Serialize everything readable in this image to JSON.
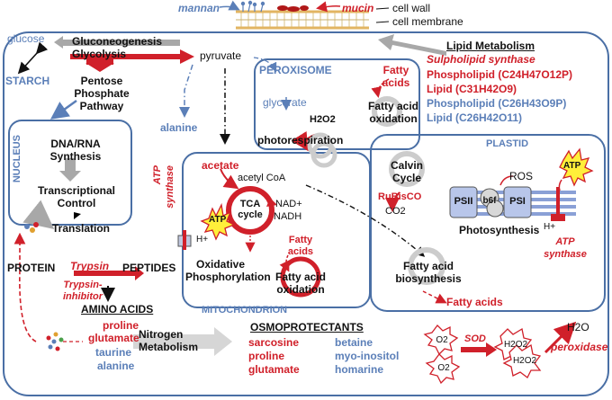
{
  "colors": {
    "red": "#d0202a",
    "blue": "#5b7fb8",
    "black": "#111111",
    "grey": "#a8a8a8",
    "organelle_border": "#4a6fa5"
  },
  "top": {
    "mannan": "mannan",
    "mucin": "mucin",
    "cell_wall": "cell wall",
    "cell_membrane": "cell membrane"
  },
  "left": {
    "glucose": "glucose",
    "starch": "STARCH",
    "gluconeogenesis": "Gluconeogenesis",
    "glycolysis": "Glycolysis",
    "pentose1": "Pentose",
    "pentose2": "Phosphate",
    "pentose3": "Pathway",
    "pyruvate": "pyruvate",
    "alanine": "alanine",
    "nucleus": "NUCLEUS",
    "dna1": "DNA/RNA",
    "dna2": "Synthesis",
    "tc1": "Transcriptional",
    "tc2": "Control",
    "translation": "Translation",
    "protein": "PROTEIN",
    "trypsin": "Trypsin",
    "peptides": "PEPTIDES",
    "inhib1": "Trypsin-",
    "inhib2": "inhibitor",
    "amino_acids": "AMINO ACIDS"
  },
  "amino_list": [
    "proline",
    "glutamate",
    "taurine",
    "alanine"
  ],
  "nitrogen": {
    "l1": "Nitrogen",
    "l2": "Metabolism"
  },
  "osmo": {
    "title": "OSMOPROTECTANTS",
    "red": [
      "sarcosine",
      "proline",
      "glutamate"
    ],
    "blue": [
      "betaine",
      "myo-inositol",
      "homarine"
    ]
  },
  "lipid": {
    "title": "Lipid Metabolism",
    "sulpho": "Sulpholipid synthase",
    "items": [
      {
        "text": "Phospholipid (C24H47O12P)",
        "color": "red"
      },
      {
        "text": "Lipid (C31H42O9)",
        "color": "red"
      },
      {
        "text": "Phospholipid (C26H43O9P)",
        "color": "blue"
      },
      {
        "text": "Lipid (C26H42O11)",
        "color": "blue"
      }
    ]
  },
  "peroxisome": {
    "label": "PEROXISOME",
    "glycerate": "glycerate",
    "h2o2": "H2O2",
    "fa1": "Fatty",
    "fa2": "acids",
    "fao1": "Fatty acid",
    "fao2": "oxidation",
    "photoresp": "photorespiration"
  },
  "mito": {
    "label": "MITOCHONDRION",
    "acetate": "acetate",
    "acetylcoa": "acetyl CoA",
    "tca1": "TCA",
    "tca2": "cycle",
    "nad": "NAD+",
    "nadh": "NADH",
    "atp": "ATP",
    "atps1": "ATP",
    "atps2": "synthase",
    "hplus": "H+",
    "ox1": "Oxidative",
    "ox2": "Phosphorylation",
    "fa1": "Fatty",
    "fa2": "acids",
    "fao1": "Fatty acid",
    "fao2": "oxidation"
  },
  "plastid": {
    "label": "PLASTID",
    "calvin1": "Calvin",
    "calvin2": "Cycle",
    "rubisco": "RuBisCO",
    "co2": "CO2",
    "ros": "ROS",
    "psii": "PSII",
    "b6f": "b6f",
    "psi": "PSI",
    "photosyn": "Photosynthesis",
    "atp": "ATP",
    "hplus": "H+",
    "atps1": "ATP",
    "atps2": "synthase",
    "fab1": "Fatty acid",
    "fab2": "biosynthesis",
    "fattyacids": "Fatty acids"
  },
  "ros": {
    "o2a": "O2",
    "o2b": "O2",
    "sod": "SOD",
    "h2o2a": "H2O2",
    "h2o2b": "H2O2",
    "h2o": "H2O",
    "peroxidase": "peroxidase"
  }
}
